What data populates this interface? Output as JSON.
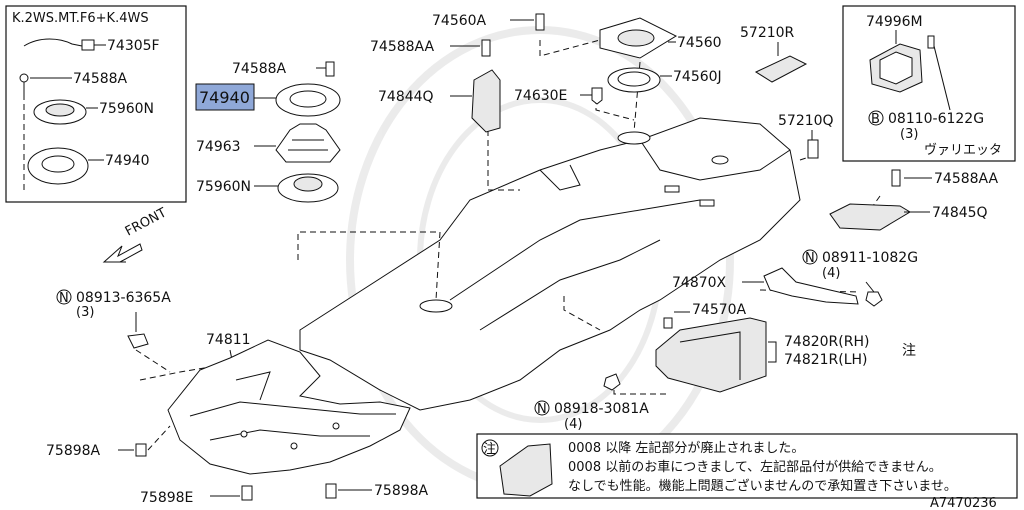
{
  "inset_left": {
    "title": "K.2WS.MT.F6+K.4WS",
    "parts": [
      "74305F",
      "74588A",
      "75960N",
      "74940"
    ]
  },
  "inset_right": {
    "parts": [
      "74996M",
      "08110-6122G"
    ],
    "qty": "(3)",
    "note": "ヴァリエッタ"
  },
  "labels": {
    "p74588A": "74588A",
    "p74940": "74940",
    "p74963": "74963",
    "p75960N": "75960N",
    "p74560A": "74560A",
    "p74588AA_top": "74588AA",
    "p74844Q": "74844Q",
    "p74630E": "74630E",
    "p74560": "74560",
    "p74560J": "74560J",
    "p57210R": "57210R",
    "p57210Q": "57210Q",
    "p74588AA_right": "74588AA",
    "p74845Q": "74845Q",
    "p08911": "08911-1082G",
    "q08911": "(4)",
    "p74870X": "74870X",
    "p74570A": "74570A",
    "p74820R": "74820R(RH)",
    "p74821R": "74821R(LH)",
    "chu": "注",
    "p08913": "08913-6365A",
    "q08913": "(3)",
    "p74811": "74811",
    "p08918": "08918-3081A",
    "q08918": "(4)",
    "p75898A_left": "75898A",
    "p75898E": "75898E",
    "p75898A_bottom": "75898A",
    "front": "FRONT",
    "n_symbol": "N",
    "b_symbol": "B"
  },
  "note_box": {
    "mark": "注",
    "lines": [
      "0008 以降 左記部分が廃止されました。",
      "0008 以前のお車につきまして、左記部品付が供給できません。",
      "なしでも性能。機能上問題ございませんので承知置き下さいませ。"
    ]
  },
  "diagram_id": "A7470236",
  "highlight_color": "#8fa8d8"
}
